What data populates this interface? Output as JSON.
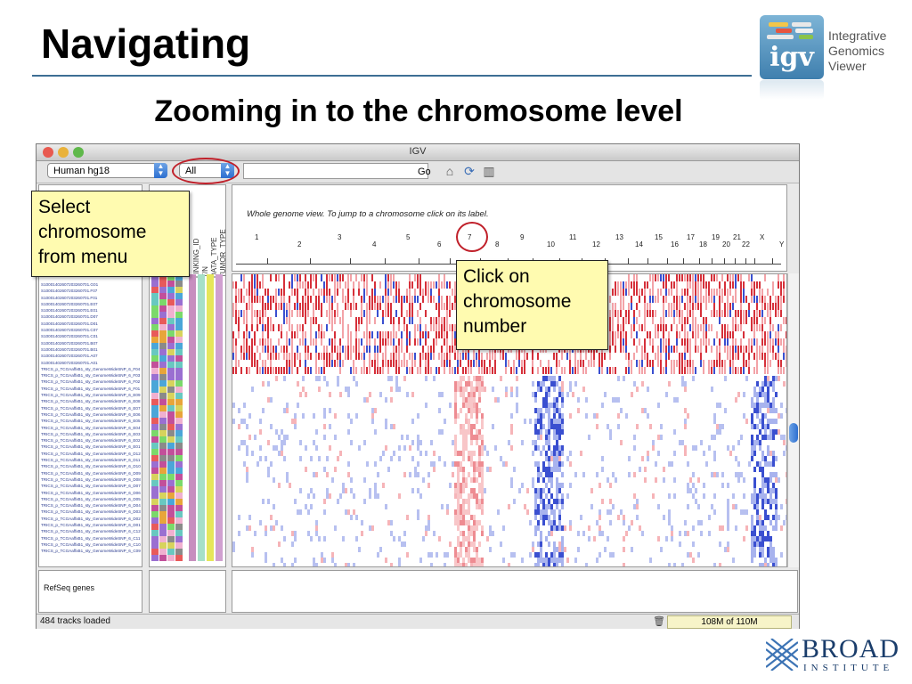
{
  "slide": {
    "title": "Navigating",
    "subtitle": "Zooming in to the chromosome level"
  },
  "igv_logo": {
    "mark_text": "igv",
    "line1": "Integrative",
    "line2": "Genomics",
    "line3": "Viewer"
  },
  "broad_logo": {
    "name": "BROAD",
    "sub": "INSTITUTE"
  },
  "window": {
    "title": "IGV",
    "genome_select": "Human hg18",
    "chromosome_select": "All",
    "locus_value": "",
    "go_label": "Go",
    "icons": [
      "home-icon",
      "refresh-icon",
      "region-icon"
    ]
  },
  "genome_view": {
    "hint": "Whole genome view.  To jump to a chromosome click on its label.",
    "chromosomes": [
      "1",
      "2",
      "3",
      "4",
      "5",
      "6",
      "7",
      "8",
      "9",
      "10",
      "11",
      "12",
      "13",
      "14",
      "15",
      "16",
      "17",
      "18",
      "19",
      "20",
      "21",
      "22",
      "X",
      "Y"
    ]
  },
  "attributes": {
    "headers": [
      "LINKING_ID",
      "T/N",
      "DATA_TYPE",
      "TUMOR_TYPE"
    ]
  },
  "samples": [
    "S10001402607203260701.G01",
    "S10001402607203260701.F07",
    "S10001402607203260701.F01",
    "S10001402607203260701.E07",
    "S10001402607203260701.E01",
    "S10001402607203260701.D07",
    "S10001402607203260701.D01",
    "S10001402607203260701.C07",
    "S10001402607203260701.C01",
    "S10001402607203260701.B07",
    "S10001402607203260701.B01",
    "S10001402607203260701.A07",
    "S10001402607203260701.A01",
    "TRICS_p_TCGAaffxB1_sty_GenomeWideSNP_6_F04",
    "TRICS_p_TCGAaffxB1_sty_GenomeWideSNP_6_F03",
    "TRICS_p_TCGAaffxB1_sty_GenomeWideSNP_6_F02",
    "TRICS_p_TCGAaffxB1_sty_GenomeWideSNP_6_F01",
    "TRICS_p_TCGAaffxB1_sty_GenomeWideSNP_6_E09",
    "TRICS_p_TCGAaffxB1_sty_GenomeWideSNP_6_E08",
    "TRICS_p_TCGAaffxB1_sty_GenomeWideSNP_6_E07",
    "TRICS_p_TCGAaffxB1_sty_GenomeWideSNP_6_E06",
    "TRICS_p_TCGAaffxB1_sty_GenomeWideSNP_6_E05",
    "TRICS_p_TCGAaffxB1_sty_GenomeWideSNP_6_E04",
    "TRICS_p_TCGAaffxB1_sty_GenomeWideSNP_6_E03",
    "TRICS_p_TCGAaffxB1_sty_GenomeWideSNP_6_E02",
    "TRICS_p_TCGAaffxB1_sty_GenomeWideSNP_6_E01",
    "TRICS_p_TCGAaffxB1_sty_GenomeWideSNP_6_D12",
    "TRICS_p_TCGAaffxB1_sty_GenomeWideSNP_6_D11",
    "TRICS_p_TCGAaffxB1_sty_GenomeWideSNP_6_D10",
    "TRICS_p_TCGAaffxB1_sty_GenomeWideSNP_6_D09",
    "TRICS_p_TCGAaffxB1_sty_GenomeWideSNP_6_D08",
    "TRICS_p_TCGAaffxB1_sty_GenomeWideSNP_6_D07",
    "TRICS_p_TCGAaffxB1_sty_GenomeWideSNP_6_D06",
    "TRICS_p_TCGAaffxB1_sty_GenomeWideSNP_6_D05",
    "TRICS_p_TCGAaffxB1_sty_GenomeWideSNP_6_D04",
    "TRICS_p_TCGAaffxB1_sty_GenomeWideSNP_6_D03",
    "TRICS_p_TCGAaffxB1_sty_GenomeWideSNP_6_D02",
    "TRICS_p_TCGAaffxB1_sty_GenomeWideSNP_6_D01",
    "TRICS_p_TCGAaffxB1_sty_GenomeWideSNP_6_C12",
    "TRICS_p_TCGAaffxB1_sty_GenomeWideSNP_6_C11",
    "TRICS_p_TCGAaffxB1_sty_GenomeWideSNP_6_C10",
    "TRICS_p_TCGAaffxB1_sty_GenomeWideSNP_6_C09"
  ],
  "refseq_label": "RefSeq genes",
  "status": {
    "tracks_loaded": "484 tracks loaded",
    "memory": "108M of 110M"
  },
  "callouts": {
    "select_chromosome": "Select chromosome from menu",
    "click_chromosome": "Click on chromosome number"
  },
  "colors": {
    "accent_rule": "#3d6e94",
    "callout_bg": "#fffbb0",
    "highlight_ring": "#c0202a",
    "amplification": "#d6303a",
    "deletion": "#3a4fd0"
  }
}
